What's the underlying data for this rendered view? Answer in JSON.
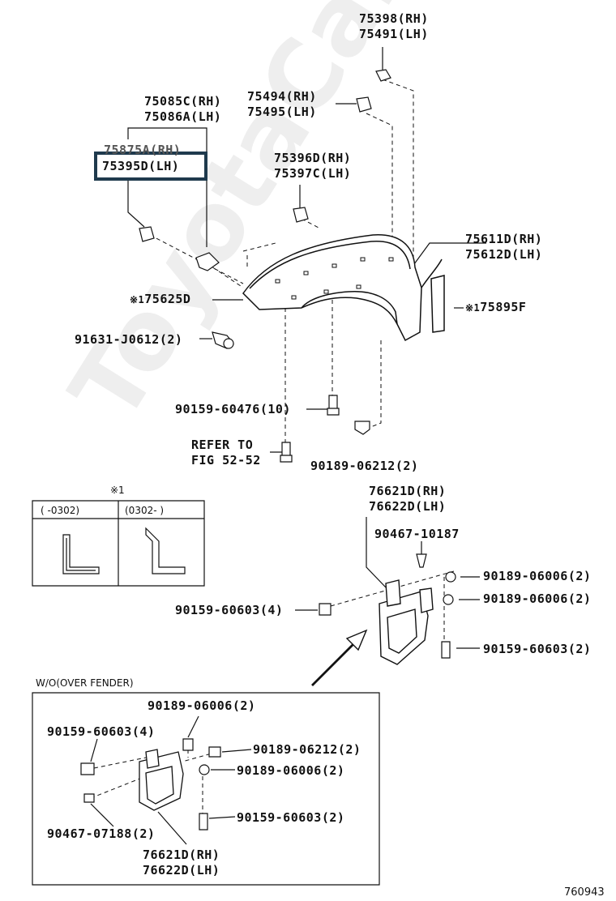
{
  "watermark": "ToyotaCarMine.ru",
  "diagram_id": "760943",
  "part_labels": {
    "p75398": [
      "75398(RH)",
      "75491(LH)"
    ],
    "p75494": [
      "75494(RH)",
      "75495(LH)"
    ],
    "p75085": [
      "75085C(RH)",
      "75086A(LH)"
    ],
    "p75875": [
      "75875A(RH)",
      "75395D(LH)"
    ],
    "p75396": [
      "75396D(RH)",
      "75397C(LH)"
    ],
    "p75611": [
      "75611D(RH)",
      "75612D(LH)"
    ],
    "p75625": "75625D",
    "p75895": "75895F",
    "p91631": "91631-J0612(2)",
    "p90159a": "90159-60476(10)",
    "refer": [
      "REFER TO",
      "FIG 52-52"
    ],
    "p90189a": "90189-06212(2)",
    "p76621a": [
      "76621D(RH)",
      "76622D(LH)"
    ],
    "p90467a": "90467-10187",
    "p90189b": "90189-06006(2)",
    "p90189c": "90189-06006(2)",
    "p90159b": "90159-60603(4)",
    "p90159c": "90159-60603(2)",
    "p90189d": "90189-06006(2)",
    "p90159d": "90159-60603(4)",
    "p90189e": "90189-06212(2)",
    "p90189f": "90189-06006(2)",
    "p90467b": "90467-07188(2)",
    "p90159e": "90159-60603(2)",
    "p76621b": [
      "76621D(RH)",
      "76622D(LH)"
    ]
  },
  "note_mark": "※1",
  "note_box": {
    "title": "※1",
    "col1": "(   -0302)",
    "col2": "(0302-   )"
  },
  "inset": {
    "title": "W/O(OVER FENDER)"
  },
  "colors": {
    "line": "#111111",
    "highlight_border": "#1f3a4d",
    "watermark": "#969696"
  }
}
